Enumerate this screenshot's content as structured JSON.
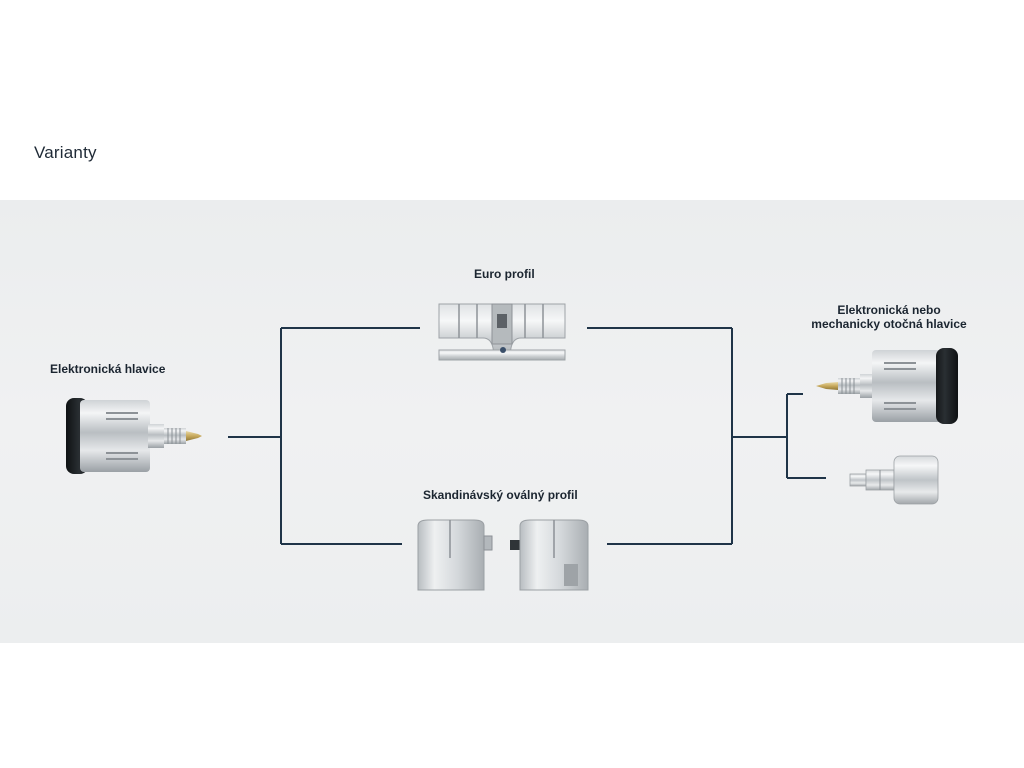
{
  "title": "Varianty",
  "labels": {
    "electronic_knob": "Elektronická hlavice",
    "euro_profile": "Euro profil",
    "scandinavian_profile": "Skandinávský oválný profil",
    "rotating_knob_line1": "Elektronická nebo",
    "rotating_knob_line2": "mechanicky otočná hlavice"
  },
  "colors": {
    "connector": "#1f3448",
    "panel": "#eeeff0",
    "title": "#1f2a36"
  }
}
